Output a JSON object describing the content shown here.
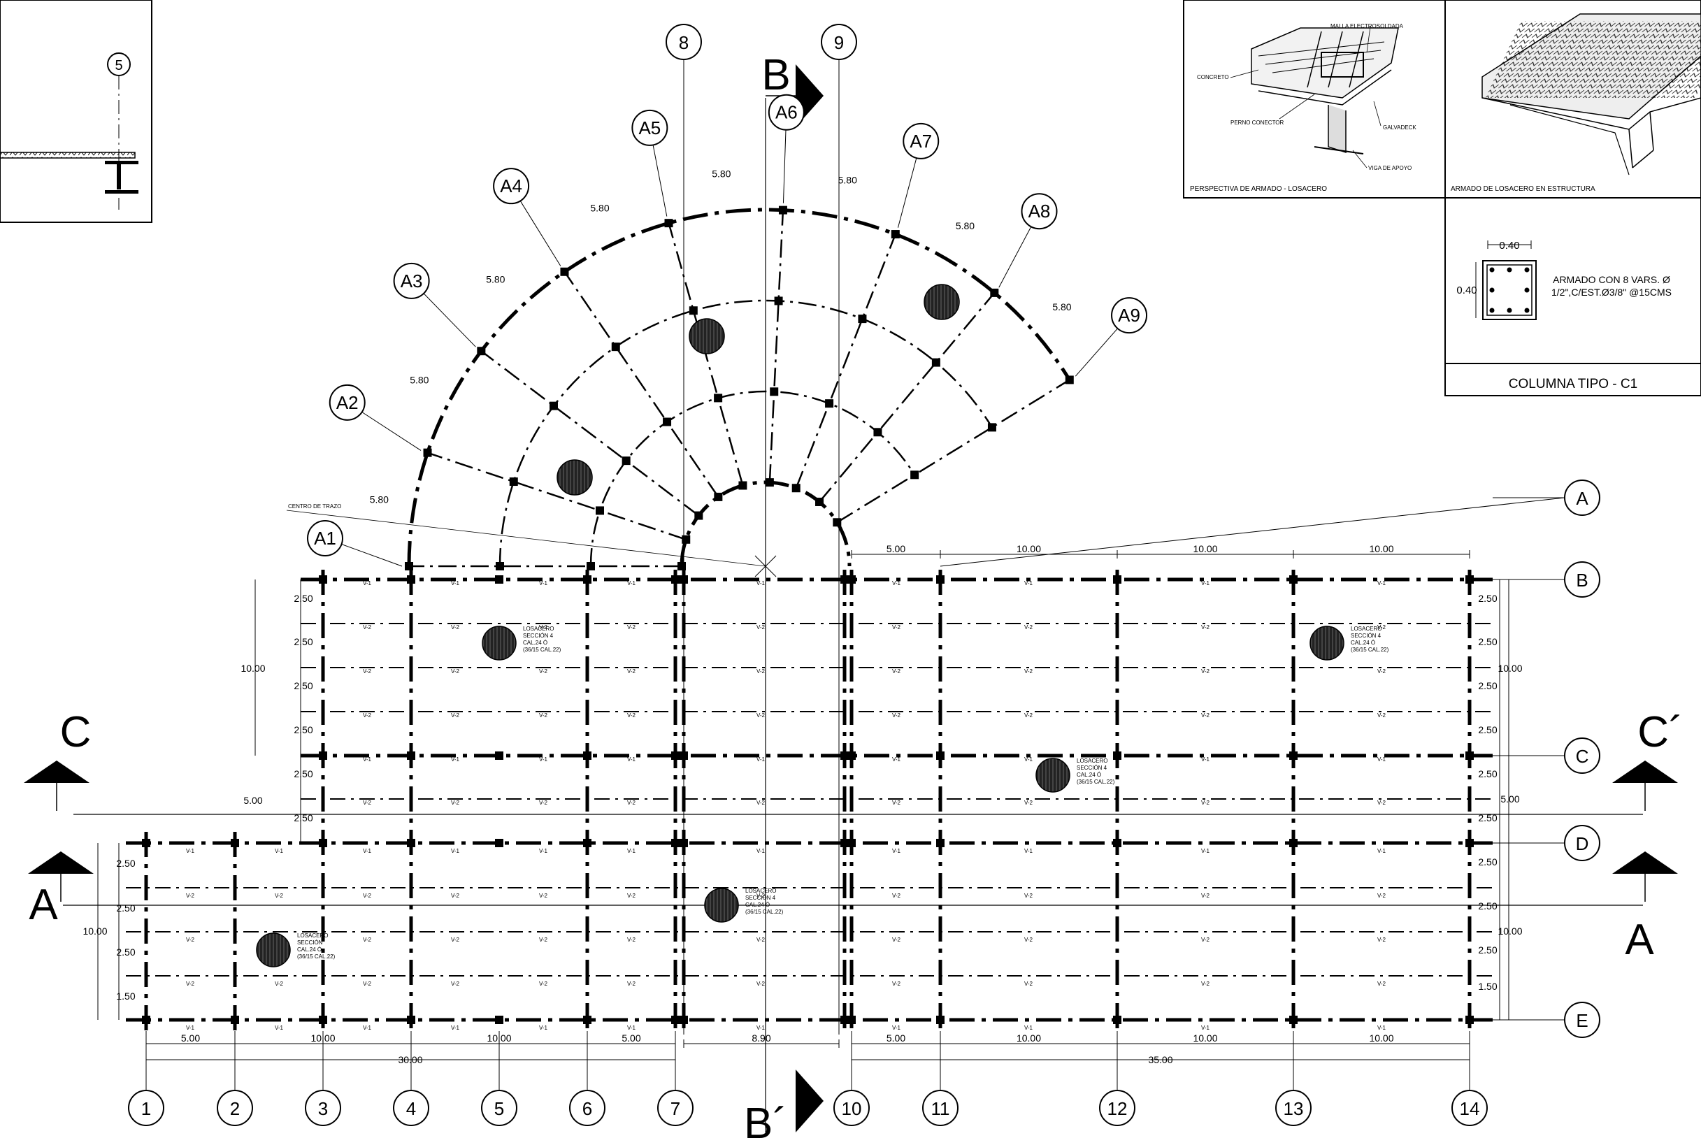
{
  "grid_x_labels": [
    "1",
    "2",
    "3",
    "4",
    "5",
    "6",
    "7",
    "8",
    "9",
    "10",
    "11",
    "12",
    "13",
    "14"
  ],
  "grid_y_labels": [
    "A",
    "B",
    "C",
    "D",
    "E"
  ],
  "radial_labels": [
    "A1",
    "A2",
    "A3",
    "A4",
    "A5",
    "A6",
    "A7",
    "A8",
    "A9"
  ],
  "detail_marker": "5",
  "sections": {
    "b_top": "B",
    "b_bottom": "B´",
    "c_left": "C",
    "c_right": "C´",
    "a_left": "A",
    "a_right": "A"
  },
  "arc_dims": [
    "5.80",
    "5.80",
    "5.80",
    "5.80",
    "5.80",
    "5.80",
    "5.80",
    "5.80"
  ],
  "centro_label": "CENTRO DE TRAZO",
  "top_dims": [
    "5.00",
    "10.00",
    "10.00",
    "10.00"
  ],
  "bottom_dims": [
    "5.00",
    "10.00",
    "10.00",
    "5.00",
    "8.90",
    "5.00",
    "10.00",
    "10.00",
    "10.00"
  ],
  "bottom_totals": [
    "30.00",
    "35.00"
  ],
  "left_dims": [
    "2.50",
    "2.50",
    "2.50",
    "2.50",
    "2.50",
    "2.50"
  ],
  "left_total": "10.00",
  "left_lower_dims": [
    "2.50",
    "2.50",
    "2.50",
    "1.50"
  ],
  "left_lower_total": "10.00",
  "left_offset": "5.00",
  "right_dims": [
    "2.50",
    "2.50",
    "2.50",
    "2.50",
    "2.50",
    "2.50",
    "2.50",
    "2.50",
    "2.50",
    "1.50"
  ],
  "right_totals": [
    "10.00",
    "5.00",
    "10.00"
  ],
  "beam_labels": {
    "v1": "V-1",
    "v2": "V-2"
  },
  "slab_notes": [
    [
      "LOSACERO",
      "SECCIÓN 4",
      "CAL.24 Ó",
      "(36/15 CAL.22)"
    ],
    [
      "LOSACERO",
      "SECCIÓN 4",
      "CAL.24 Ó",
      "(36/15 CAL.22)"
    ],
    [
      "LOSACERO",
      "SECCIÓN 4",
      "CAL.24 Ó",
      "(36/15 CAL.22)"
    ],
    [
      "LOSACERO",
      "SECCIÓN 4",
      "CAL.24 Ó",
      "(36/15 CAL.22)"
    ],
    [
      "LOSACERO",
      "SECCIÓN",
      "CAL.24 Ó",
      "(36/15 CAL.22)"
    ]
  ],
  "detail_persp": {
    "title": "PERSPECTIVA DE ARMADO - LOSACERO",
    "labels": [
      "MALLA ELECTROSOLDADA",
      "CONCRETO",
      "PERNO CONECTOR",
      "GALVADECK",
      "VIGA DE APOYO"
    ]
  },
  "detail_struct": {
    "title": "ARMADO DE LOSACERO EN ESTRUCTURA"
  },
  "column": {
    "dim_w": "0.40",
    "dim_h": "0.40",
    "note_line1": "ARMADO CON 8 VARS. Ø",
    "note_line2": "1/2\",C/EST.Ø3/8\" @15CMS",
    "title": "COLUMNA TIPO - C1"
  }
}
